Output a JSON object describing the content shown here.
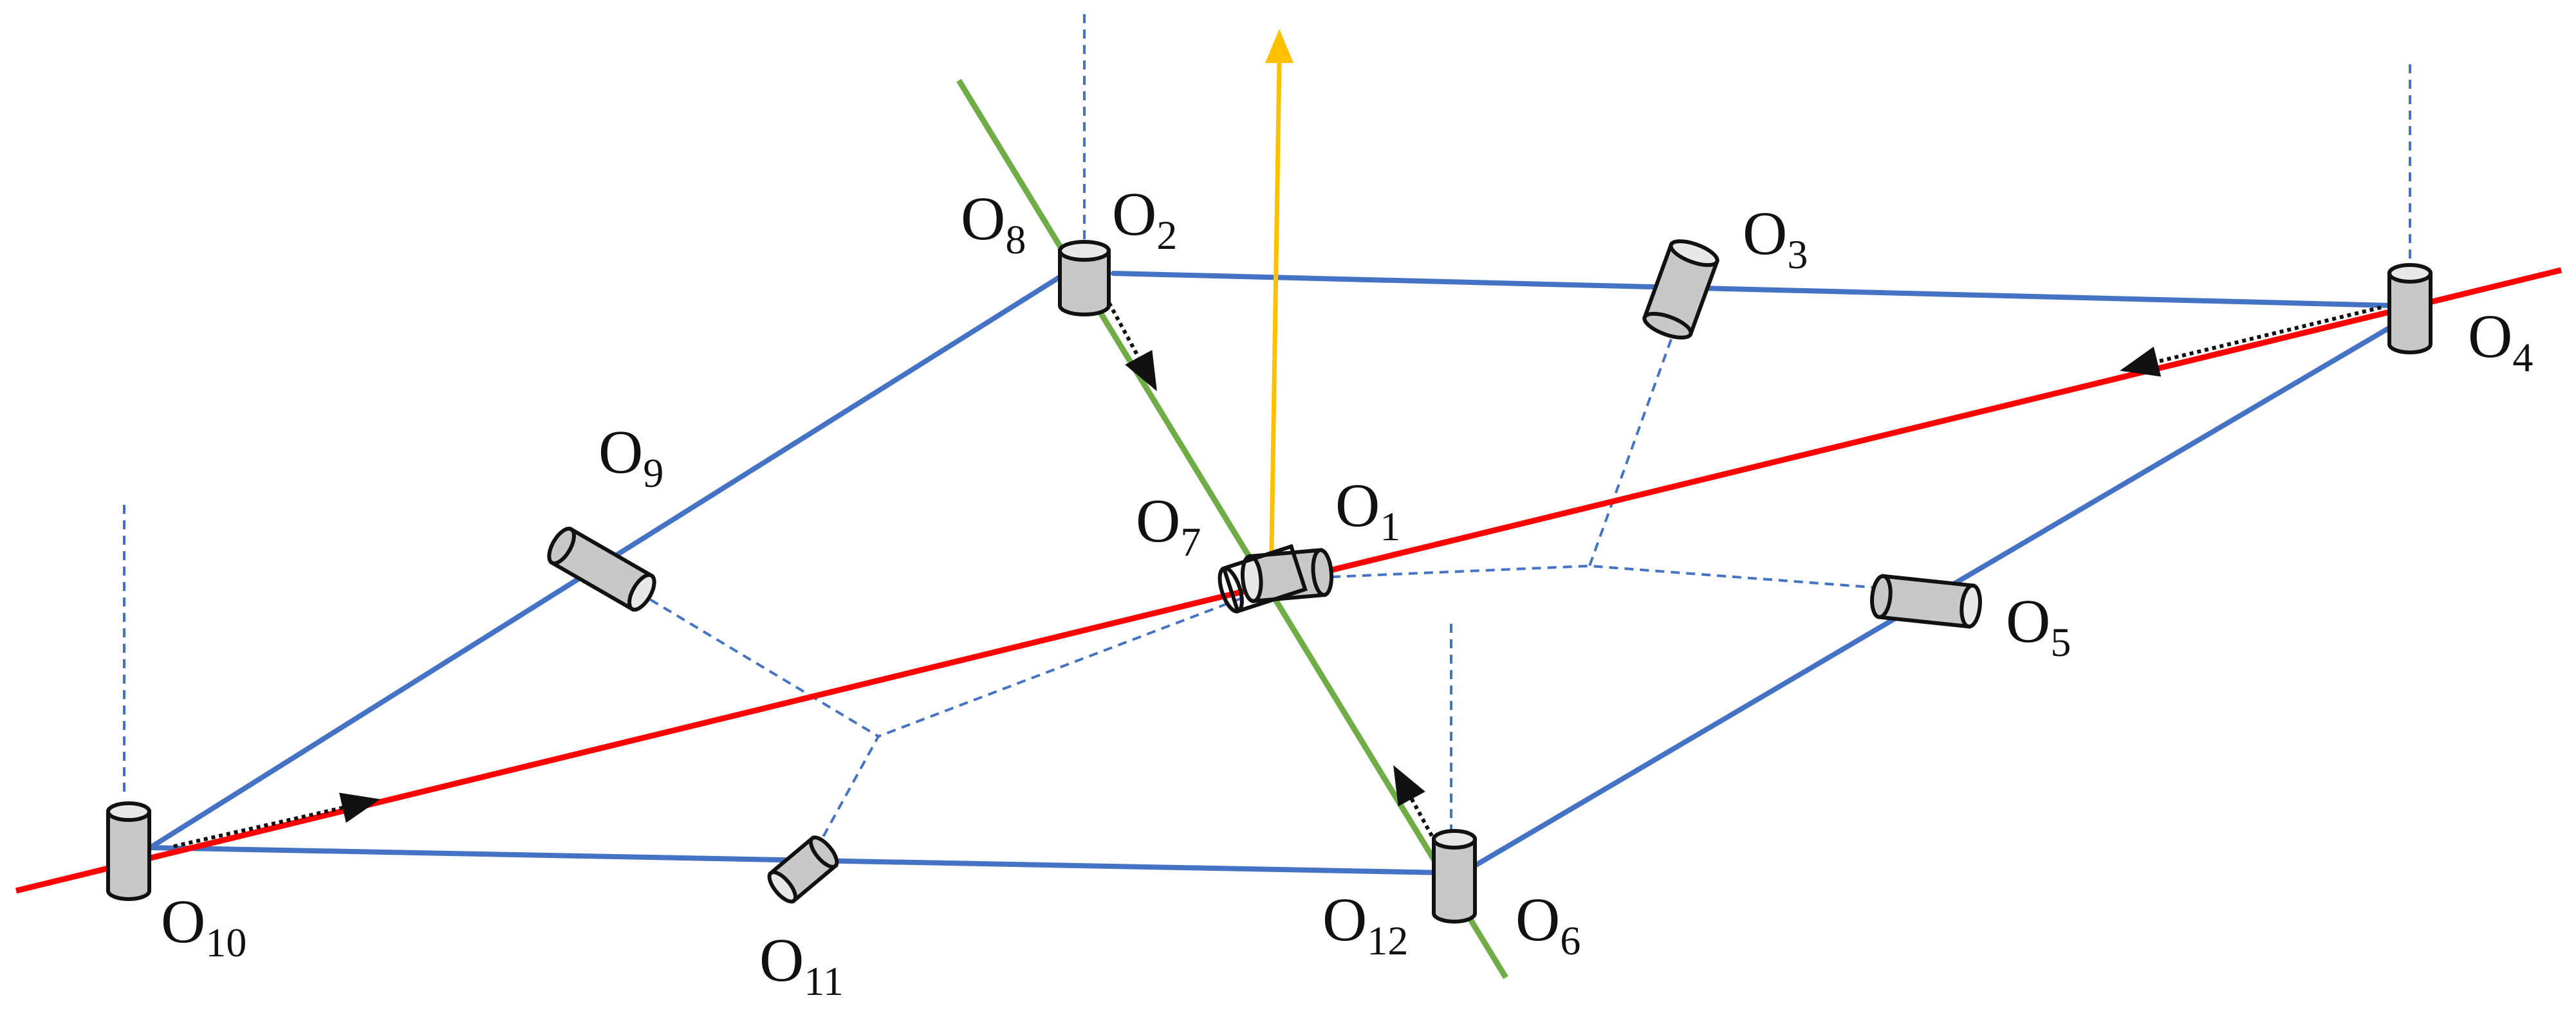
{
  "colors": {
    "background": "#ffffff",
    "frame": "#4472c4",
    "red_axis": "#ff0000",
    "green_axis": "#70ad47",
    "yellow_axis": "#ffc000",
    "dashed": "#4472c4",
    "cylinder_fill": "#c8c8c8",
    "cylinder_top": "#e8e8e8",
    "stroke": "#111111"
  },
  "labels": [
    {
      "id": "O1",
      "base": "O",
      "sub": "1"
    },
    {
      "id": "O2",
      "base": "O",
      "sub": "2"
    },
    {
      "id": "O3",
      "base": "O",
      "sub": "3"
    },
    {
      "id": "O4",
      "base": "O",
      "sub": "4"
    },
    {
      "id": "O5",
      "base": "O",
      "sub": "5"
    },
    {
      "id": "O6",
      "base": "O",
      "sub": "6"
    },
    {
      "id": "O7",
      "base": "O",
      "sub": "7"
    },
    {
      "id": "O8",
      "base": "O",
      "sub": "8"
    },
    {
      "id": "O9",
      "base": "O",
      "sub": "9"
    },
    {
      "id": "O10",
      "base": "O",
      "sub": "10"
    },
    {
      "id": "O11",
      "base": "O",
      "sub": "11"
    },
    {
      "id": "O12",
      "base": "O",
      "sub": "12"
    }
  ]
}
